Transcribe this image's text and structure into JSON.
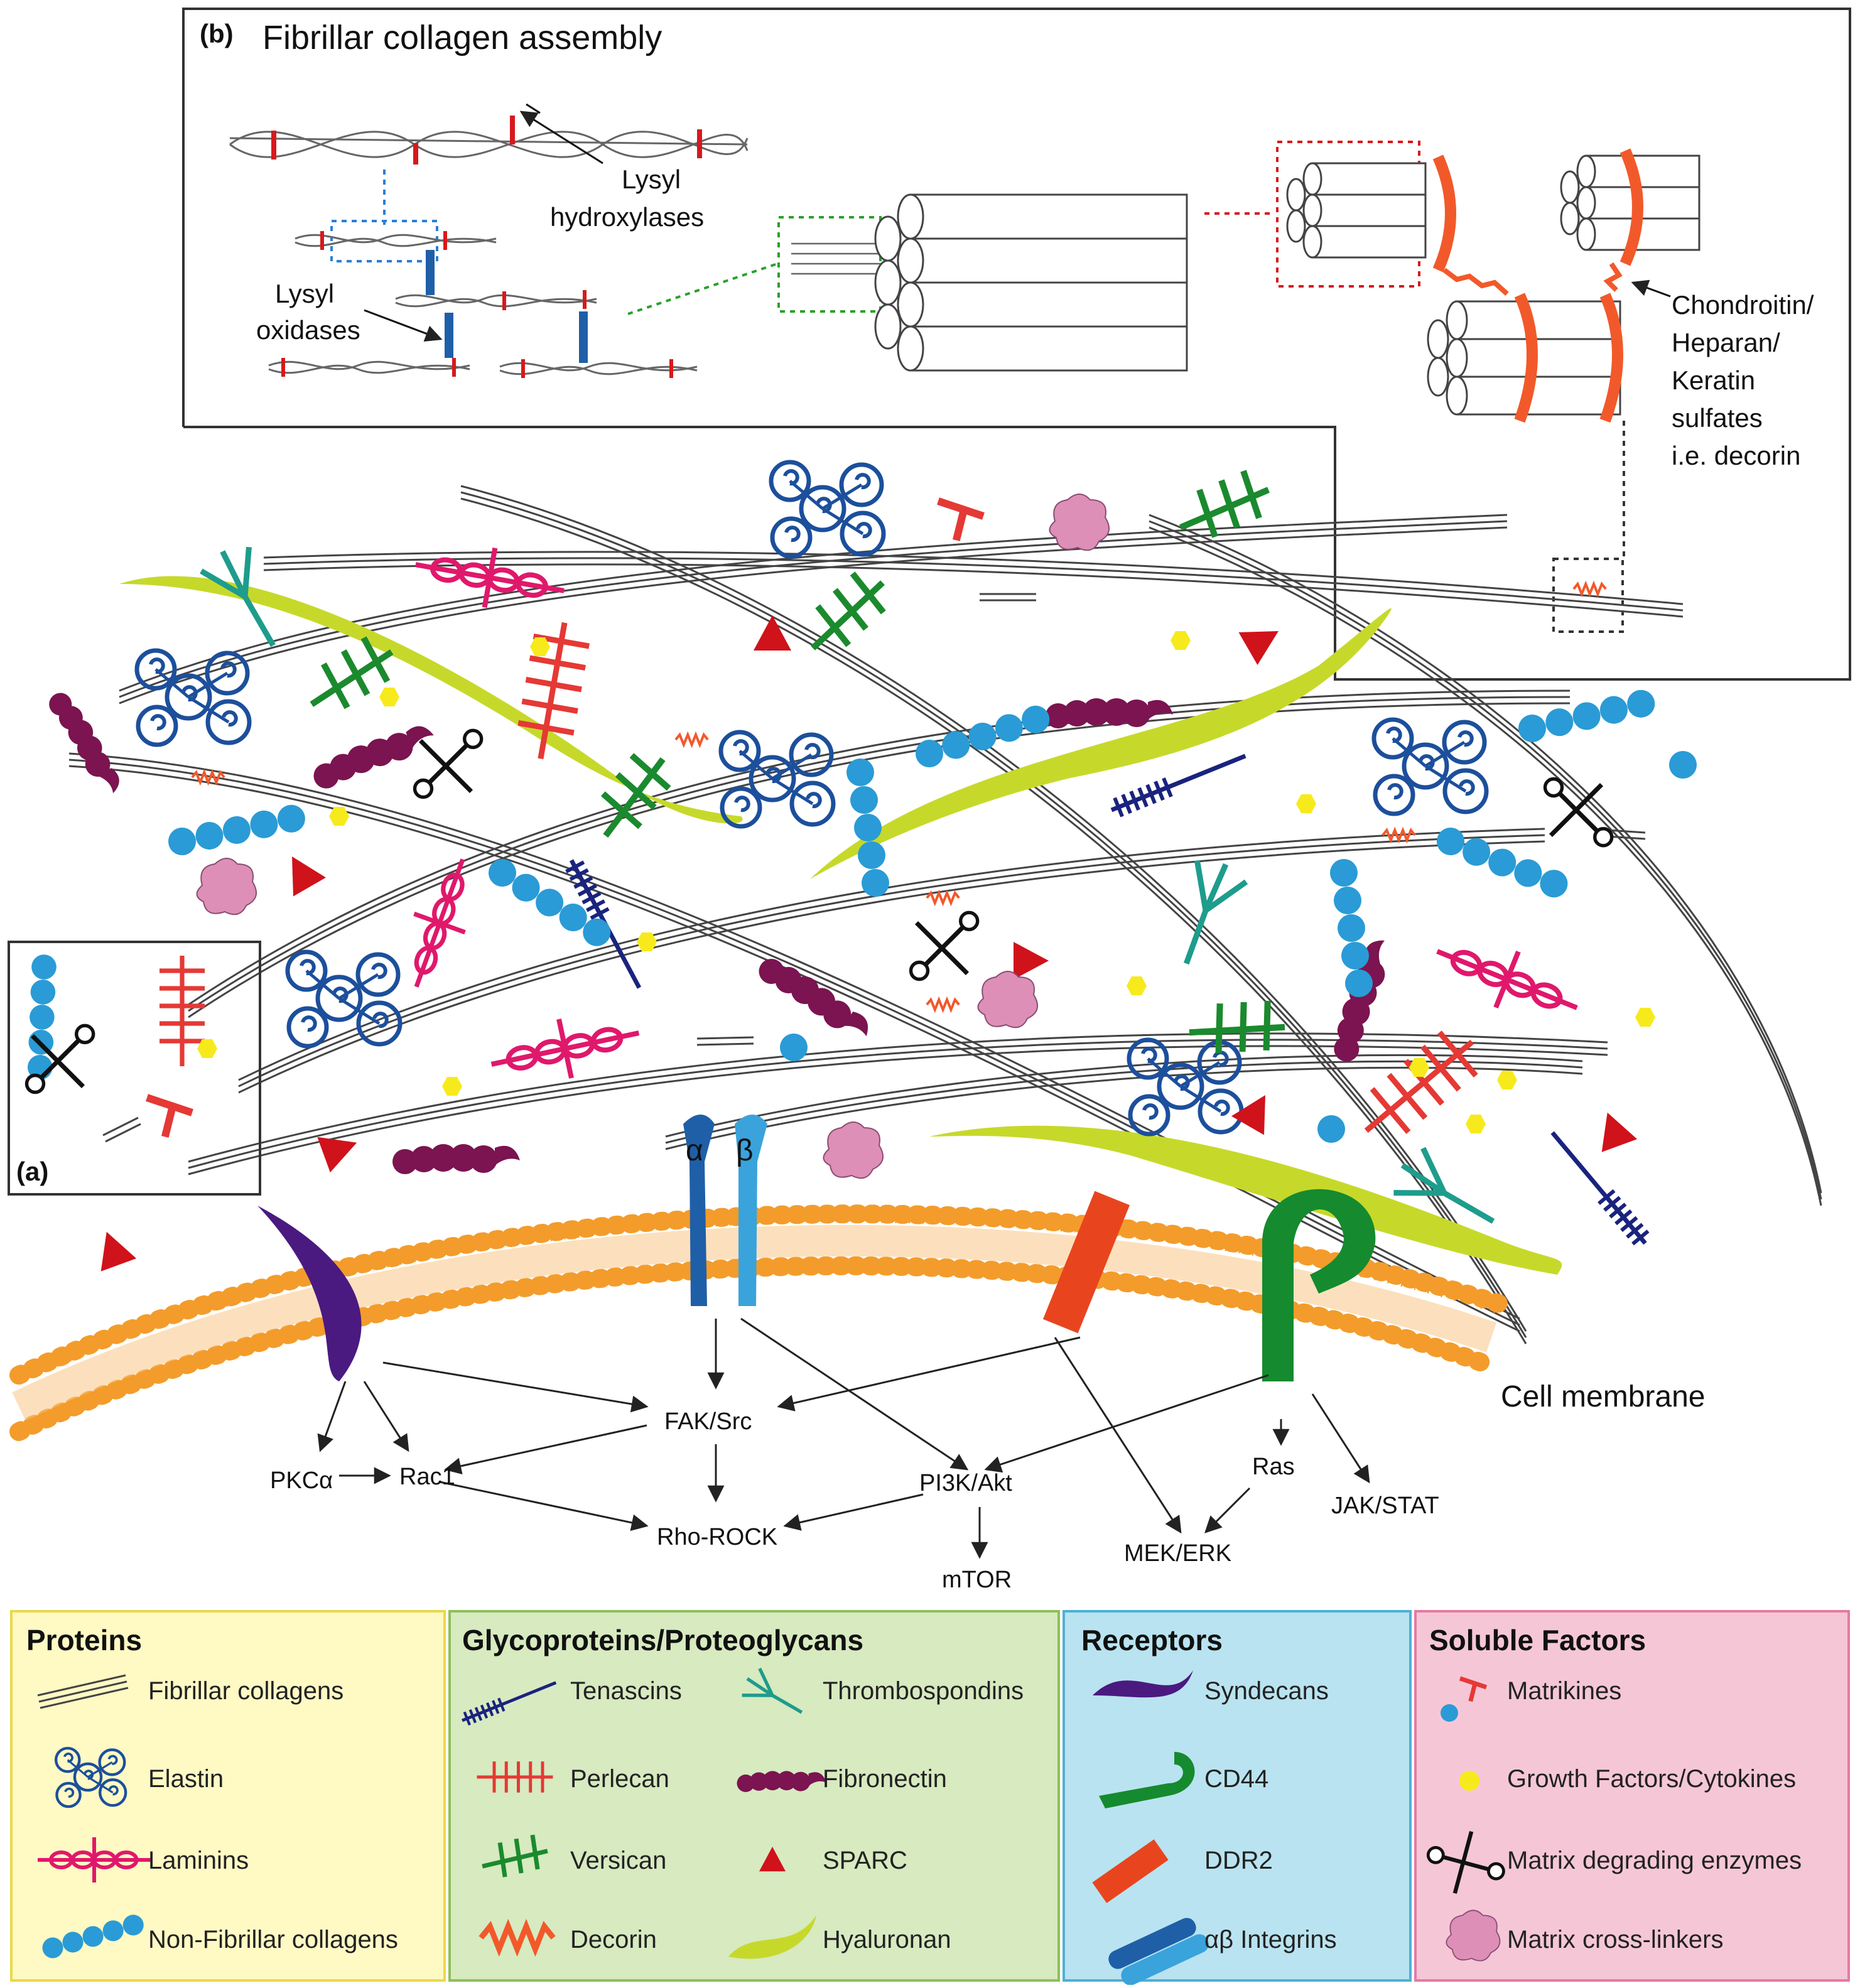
{
  "panel_b": {
    "tag": "(b)",
    "title": "Fibrillar collagen assembly",
    "lysyl_hydroxylases_line1": "Lysyl",
    "lysyl_hydroxylases_line2": "hydroxylases",
    "lysyl_oxidases_line1": "Lysyl",
    "lysyl_oxidases_line2": "oxidases",
    "gag_lines": [
      "Chondroitin/",
      "Heparan/",
      "Keratin",
      "sulfates",
      "i.e. decorin"
    ]
  },
  "panel_a": {
    "tag": "(a)"
  },
  "integrin_alpha": "α",
  "integrin_beta": "β",
  "cell_membrane": "Cell membrane",
  "signaling": {
    "fak_src": "FAK/Src",
    "pkca": "PKCα",
    "rac1": "Rac1",
    "rho_rock": "Rho-ROCK",
    "pi3k_akt": "PI3K/Akt",
    "mtor": "mTOR",
    "ras": "Ras",
    "mek_erk": "MEK/ERK",
    "jak_stat": "JAK/STAT"
  },
  "legend": {
    "proteins": {
      "heading": "Proteins",
      "items": [
        "Fibrillar collagens",
        "Elastin",
        "Laminins",
        "Non-Fibrillar collagens"
      ]
    },
    "glyco": {
      "heading": "Glycoproteins/Proteoglycans",
      "items": [
        "Tenascins",
        "Perlecan",
        "Versican",
        "Decorin",
        "Thrombospondins",
        "Fibronectin",
        "SPARC",
        "Hyaluronan"
      ]
    },
    "receptors": {
      "heading": "Receptors",
      "items": [
        "Syndecans",
        "CD44",
        "DDR2",
        "αβ Integrins"
      ]
    },
    "soluble": {
      "heading": "Soluble Factors",
      "items": [
        "Matrikines",
        "Growth Factors/Cytokines",
        "Matrix degrading enzymes",
        "Matrix cross-linkers"
      ]
    }
  },
  "colors": {
    "collagen": "#444444",
    "lysyl_mark": "#d7191c",
    "crosslink_blue": "#1f5fa8",
    "elastin": "#1c4f9c",
    "laminin": "#e0186c",
    "nonfib": "#2a9bd6",
    "tenascin": "#1a237e",
    "perlecan": "#e53935",
    "versican": "#1b8a2e",
    "decorin": "#f2592a",
    "thrombospondin": "#1e9c8c",
    "fibronectin": "#7b1450",
    "sparc": "#d0121b",
    "hyaluronan": "#c6d92a",
    "syndecan": "#4a1a80",
    "cd44": "#168a2e",
    "ddr2": "#e8451e",
    "integrin_a": "#1f5fa8",
    "integrin_b": "#3aa3dc",
    "growth_factor": "#f7ea1c",
    "crosslinker": "#dd8fb8",
    "membrane": "#f39c2b",
    "legend_proteins": "#fff9c4",
    "legend_glyco": "#d7eac0",
    "legend_receptors": "#b9e3f0",
    "legend_soluble": "#f5c7d6"
  }
}
